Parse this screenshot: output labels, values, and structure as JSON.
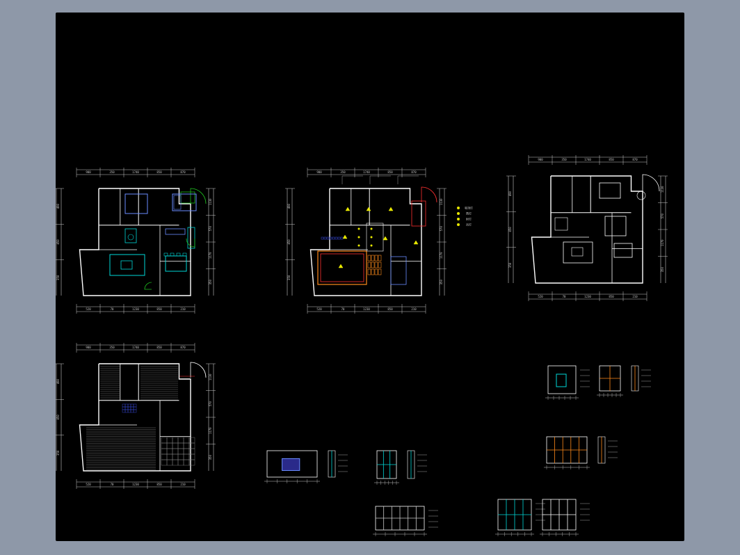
{
  "viewer": {
    "background": "#8e98a8",
    "canvas_background": "#000000"
  },
  "sheet": {
    "plans": [
      {
        "id": "furniture-plan"
      },
      {
        "id": "ceiling-plan"
      },
      {
        "id": "original-plan"
      },
      {
        "id": "floor-finish-plan"
      }
    ],
    "ceiling_legend": {
      "symbol_color": "#e8e800",
      "items": [
        "吸顶灯",
        "筒灯",
        "射灯",
        "吊灯"
      ]
    },
    "dimension_strings": {
      "plan_top": [
        "900",
        "350",
        "1740",
        "850",
        "870"
      ],
      "plan_bottom": [
        "520",
        "70",
        "1230",
        "850",
        "210"
      ],
      "plan_left": [
        "490",
        "450",
        "350"
      ],
      "plan_right": [
        "1130",
        "570",
        "1170",
        "350"
      ]
    },
    "colors": {
      "wall": "#ffffff",
      "dimension": "#c8c8c8",
      "furniture": "#00d8d8",
      "bed": "#6a8cff",
      "tile": "#3040c0",
      "light": "#e8e800",
      "accent_red": "#ff3030",
      "accent_orange": "#ff8a1a",
      "door_green": "#20c020"
    }
  }
}
